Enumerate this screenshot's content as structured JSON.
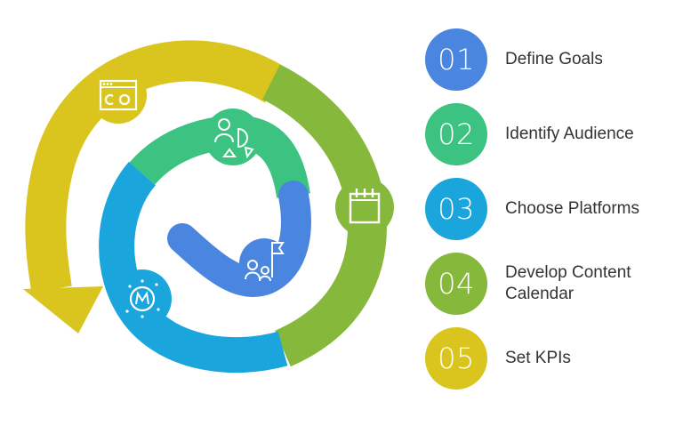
{
  "steps": [
    {
      "number": "01",
      "label": "Define Goals",
      "color": "#4a86e0",
      "icon": "target-people-icon"
    },
    {
      "number": "02",
      "label": "Identify Audience",
      "color": "#3cc281",
      "icon": "audience-chart-icon"
    },
    {
      "number": "03",
      "label": "Choose Platforms",
      "color": "#1aa6dc",
      "icon": "platforms-bubble-icon"
    },
    {
      "number": "04",
      "label": "Develop Content Calendar",
      "color": "#86b83b",
      "icon": "calendar-icon"
    },
    {
      "number": "05",
      "label": "Set KPIs",
      "color": "#d9c51d",
      "icon": "kpi-dashboard-icon"
    }
  ]
}
